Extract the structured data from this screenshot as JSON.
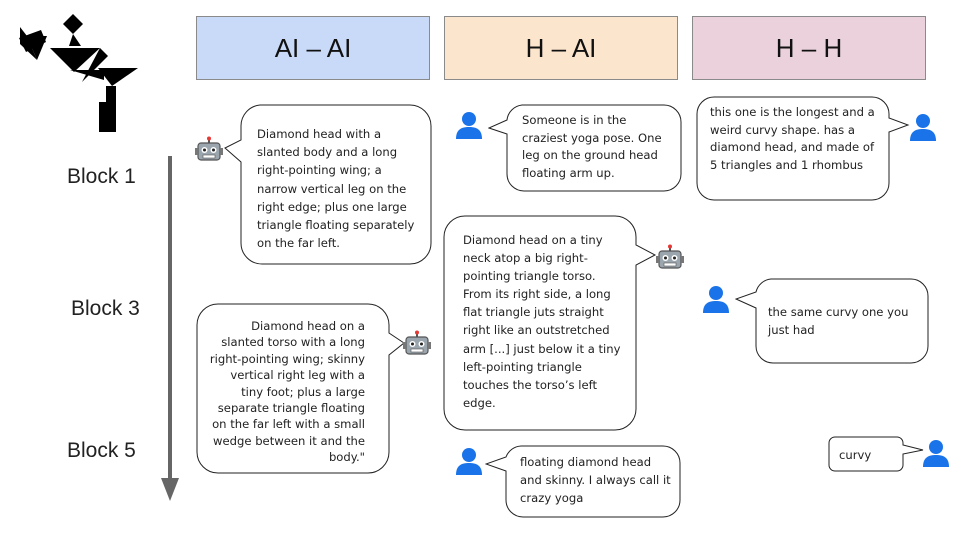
{
  "headers": {
    "ai_ai": "AI – AI",
    "h_ai": "H – AI",
    "h_h": "H – H"
  },
  "colors": {
    "ai_ai": "#c9daf8",
    "h_ai": "#fce5cd",
    "h_h": "#ead1dc",
    "arrow": "#666666",
    "user_icon": "#1a73e8"
  },
  "blocks": [
    "Block 1",
    "Block 3",
    "Block 5"
  ],
  "messages": {
    "ai_ai_block1": "Diamond head with a slanted body and a long right-pointing wing; a narrow vertical leg on the right edge; plus one large triangle floating separately on the far left.",
    "ai_ai_block3": "Diamond head on a slanted torso with a long right-pointing wing; skinny vertical right leg with a tiny foot; plus a large separate triangle floating on the far left with a small wedge between it and the body.\"",
    "h_ai_block1": "Someone is in the craziest yoga pose. One leg on the ground head floating arm up.",
    "h_ai_block3": "Diamond head on a tiny neck atop a big right-pointing triangle torso. From its right side, a long flat triangle juts straight right like an outstretched arm [...] just below it a tiny left-pointing triangle touches the torso’s left edge.",
    "h_ai_block5": "floating diamond head and skinny. I always call it crazy yoga",
    "h_h_block1": "this one is the longest and a weird curvy shape. has a diamond head, and made of 5 triangles and 1 rhombus",
    "h_h_block3": "the same curvy one you just had",
    "h_h_block5": "curvy"
  },
  "icons": {
    "robot": "robot-icon",
    "user": "user-icon",
    "tangram": "tangram-figure"
  }
}
